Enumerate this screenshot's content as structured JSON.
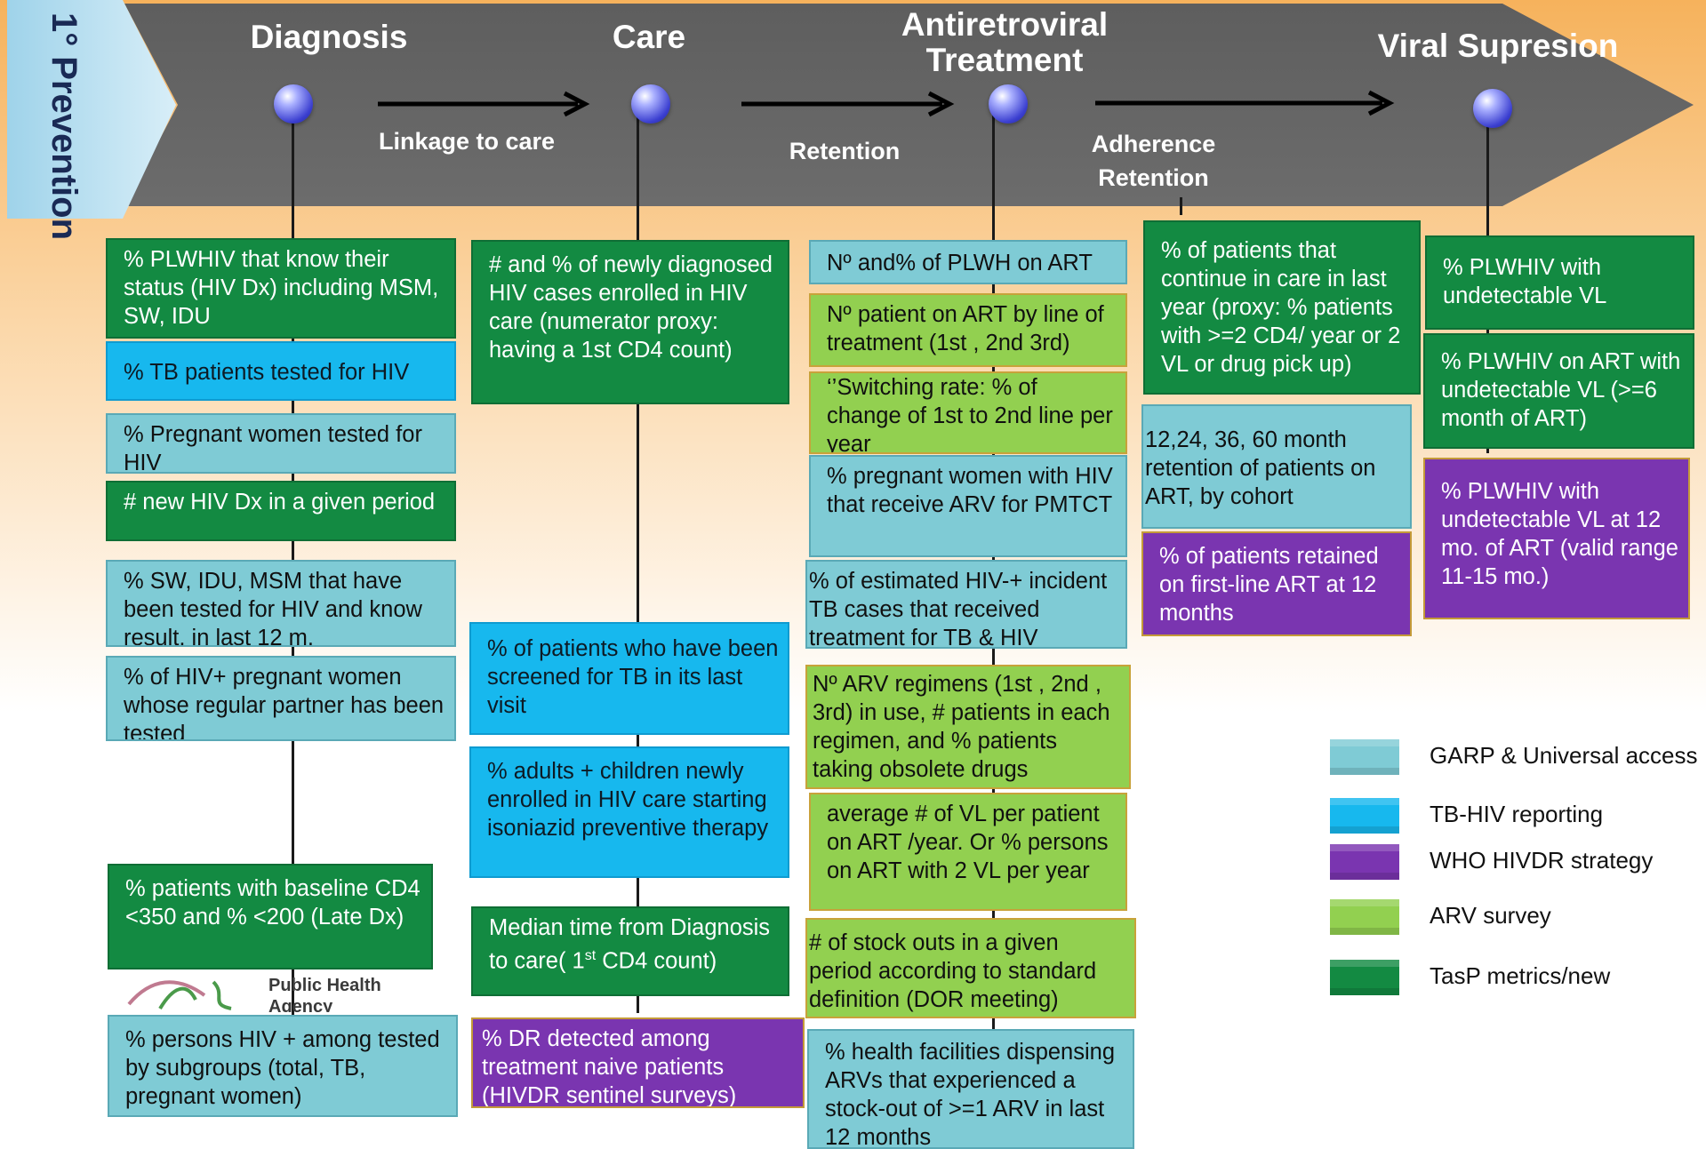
{
  "prevention_label": "1° Prevention",
  "stages": {
    "diagnosis": "Diagnosis",
    "care": "Care",
    "art": "Antiretroviral Treatment",
    "viral": "Viral Supresion"
  },
  "transitions": {
    "linkage": "Linkage to care",
    "retention": "Retention",
    "adherence": "Adherence",
    "retention2": "Retention"
  },
  "boxes": {
    "diag1": "% PLWHIV  that know their status (HIV Dx) including MSM, SW, IDU",
    "diag2": "% TB patients tested for HIV",
    "diag3": "% Pregnant women tested for HIV",
    "diag4": "# new HIV Dx  in a given period",
    "diag5": "%  SW, IDU, MSM that have been tested for HIV and know result, in last 12 m.",
    "diag6": "% of HIV+ pregnant women whose regular partner has been tested",
    "diag7": "%   patients with baseline CD4 <350 and % <200 (Late Dx)",
    "diag8": "% persons HIV + among tested by subgroups (total, TB, pregnant women)",
    "care1": "# and % of newly diagnosed HIV cases enrolled in HIV care (numerator proxy:  having a 1st CD4 count)",
    "care2": "% of patients who have been screened for TB in its last visit",
    "care3": "% adults + children newly enrolled in HIV care starting isoniazid preventive therapy",
    "care4": "Median time from Diagnosis to care( 1st  CD4 count)",
    "care5": "% DR detected among treatment naive patients (HIVDR sentinel surveys)",
    "art1": "Nº and% of PLWH on ART",
    "art2": "Nº patient on ART by line of treatment (1st , 2nd 3rd)",
    "art3": "‘’Switching rate: % of change of 1st  to 2nd  line per year",
    "art4": "% pregnant women with HIV that receive ARV for PMTCT",
    "art5": "% of estimated HIV-+ incident TB cases that received treatment for TB & HIV",
    "art6": "Nº  ARV regimens (1st , 2nd , 3rd) in use, # patients in each regimen, and % patients taking obsolete drugs",
    "art7": "average # of VL per patient on ART /year. Or % persons on ART with 2 VL per year",
    "art8": "# of stock outs in a given period according to standard definition (DOR meeting)",
    "art9": "%  health facilities dispensing ARVs that experienced a stock-out of >=1 ARV in last 12 months",
    "adh1": "% of patients   that continue in care in last year (proxy: % patients with >=2 CD4/ year or 2 VL or drug pick up)",
    "adh2": "12,24, 36, 60 month retention of patients on ART, by cohort",
    "adh3": "% of patients retained on first-line ART at 12 months",
    "vl1": "% PLWHIV with undetectable  VL",
    "vl2": "% PLWHIV on ART with undetectable  VL (>=6 month of ART)",
    "vl3": "% PLWHIV with undetectable  VL  at 12 mo. of ART (valid range 11-15 mo.)"
  },
  "legend": [
    {
      "label": "GARP & Universal access",
      "color": "#7fcbd5"
    },
    {
      "label": "TB-HIV reporting",
      "color": "#17b8ee"
    },
    {
      "label": "WHO HIVDR strategy",
      "color": "#7a35b0"
    },
    {
      "label": "ARV survey",
      "color": "#92d050"
    },
    {
      "label": "TasP metrics/new",
      "color": "#138a42"
    }
  ],
  "logo": {
    "line1": "Public Health",
    "line2": "Agency"
  }
}
